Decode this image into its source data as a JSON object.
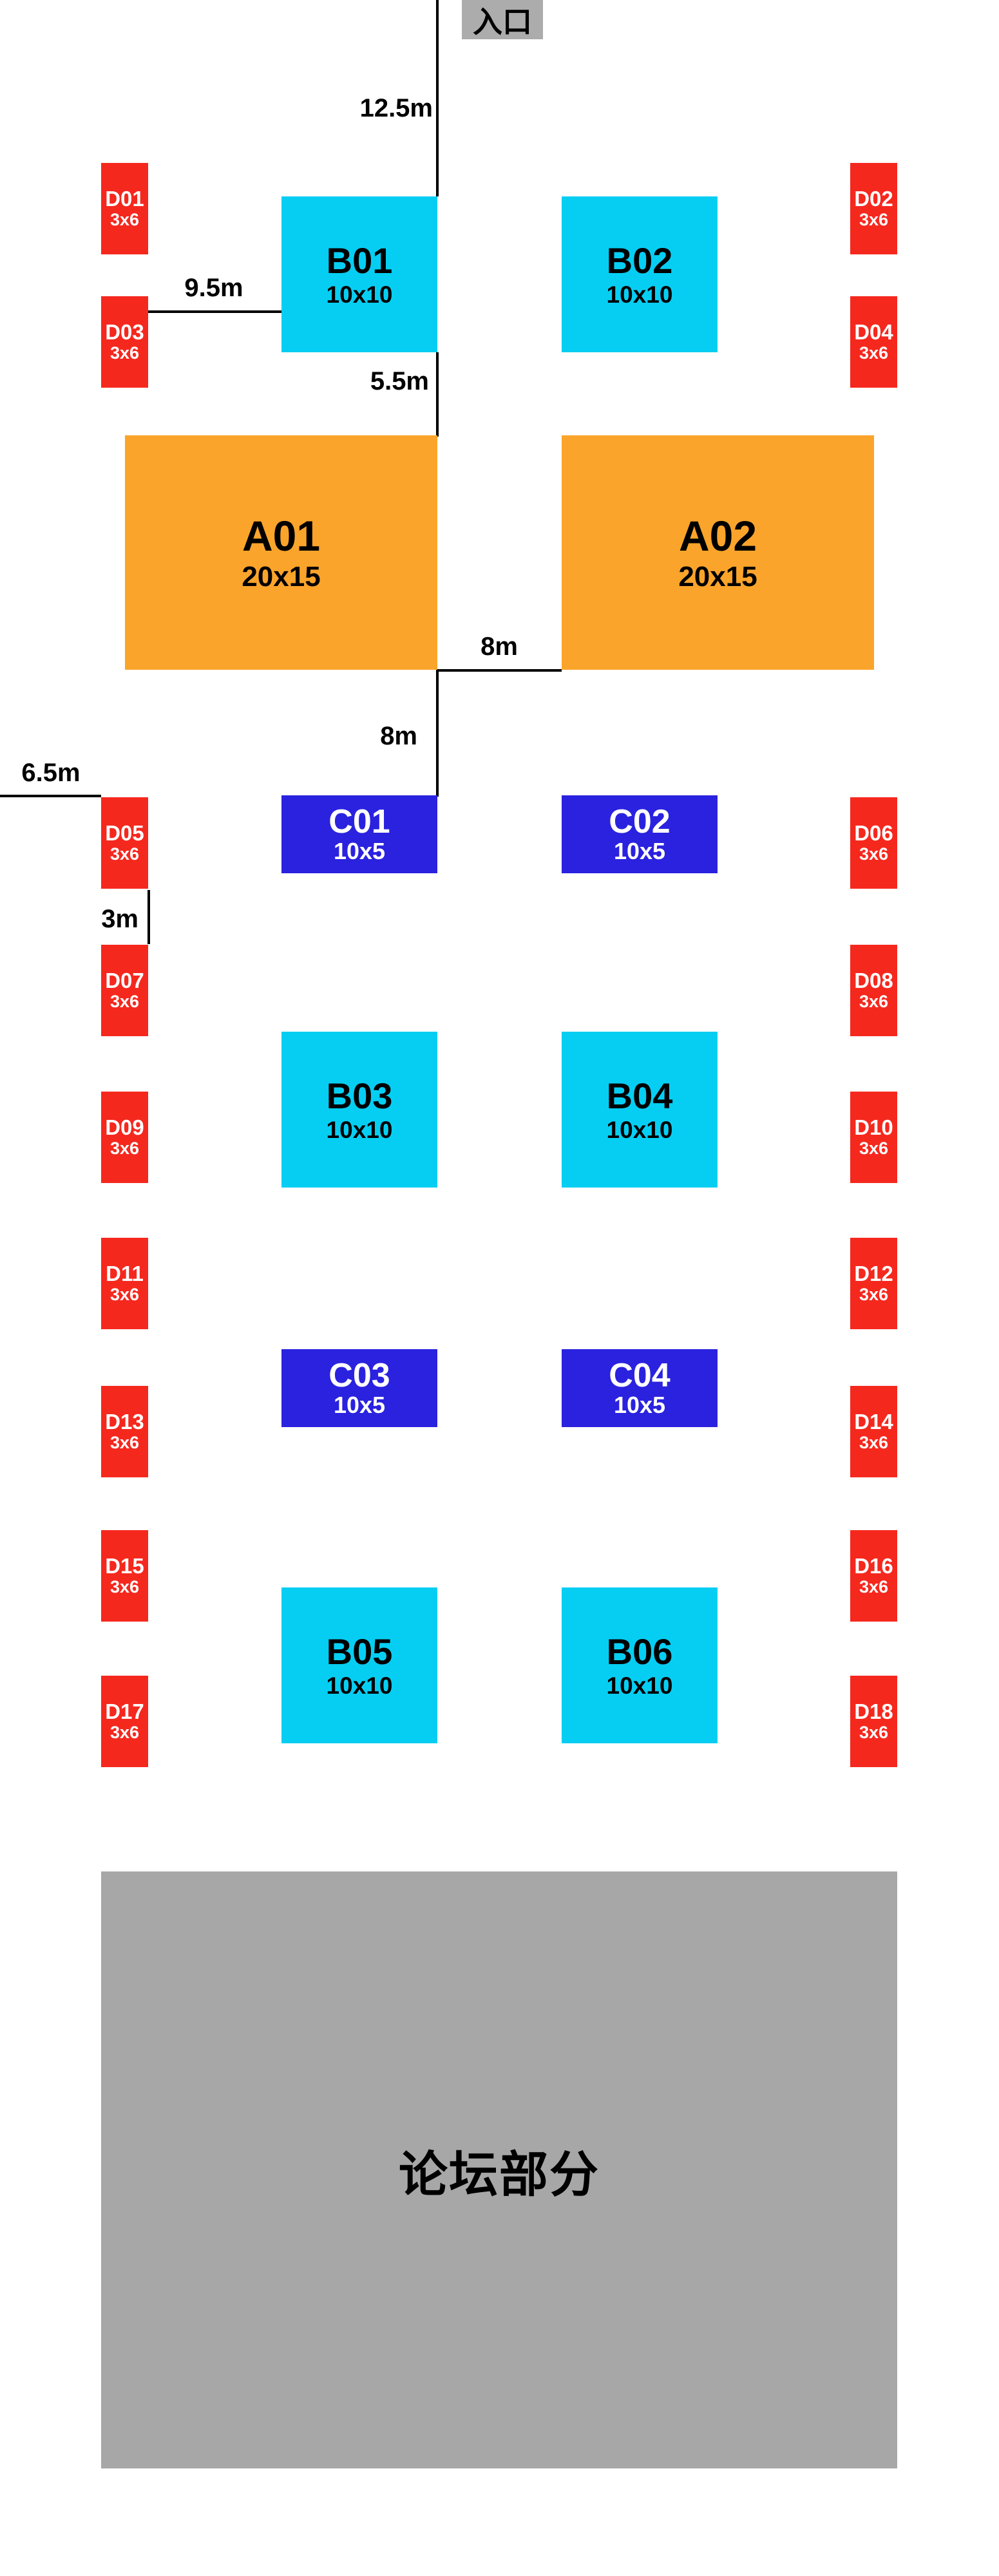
{
  "colors": {
    "booth_a": "#FBA42B",
    "booth_b": "#06CEF3",
    "booth_c": "#2A22DF",
    "booth_d": "#F5281E",
    "forum_bg": "#A7A7A7",
    "entrance_bg": "#ACACAC",
    "line": "#000000"
  },
  "entrance": {
    "label": "入口"
  },
  "forum": {
    "label": "论坛部分"
  },
  "measurements": {
    "entrance_width": "12.5m",
    "d_to_b_gap": "9.5m",
    "b_to_a_gap": "5.5m",
    "a_center_aisle": "8m",
    "a_to_c_gap": "8m",
    "left_margin": "6.5m",
    "d_row_gap": "3m"
  },
  "booths": {
    "a": [
      {
        "id": "A01",
        "size": "20x15"
      },
      {
        "id": "A02",
        "size": "20x15"
      }
    ],
    "b": [
      {
        "id": "B01",
        "size": "10x10"
      },
      {
        "id": "B02",
        "size": "10x10"
      },
      {
        "id": "B03",
        "size": "10x10"
      },
      {
        "id": "B04",
        "size": "10x10"
      },
      {
        "id": "B05",
        "size": "10x10"
      },
      {
        "id": "B06",
        "size": "10x10"
      }
    ],
    "c": [
      {
        "id": "C01",
        "size": "10x5"
      },
      {
        "id": "C02",
        "size": "10x5"
      },
      {
        "id": "C03",
        "size": "10x5"
      },
      {
        "id": "C04",
        "size": "10x5"
      }
    ],
    "d": [
      {
        "id": "D01",
        "size": "3x6"
      },
      {
        "id": "D02",
        "size": "3x6"
      },
      {
        "id": "D03",
        "size": "3x6"
      },
      {
        "id": "D04",
        "size": "3x6"
      },
      {
        "id": "D05",
        "size": "3x6"
      },
      {
        "id": "D06",
        "size": "3x6"
      },
      {
        "id": "D07",
        "size": "3x6"
      },
      {
        "id": "D08",
        "size": "3x6"
      },
      {
        "id": "D09",
        "size": "3x6"
      },
      {
        "id": "D10",
        "size": "3x6"
      },
      {
        "id": "D11",
        "size": "3x6"
      },
      {
        "id": "D12",
        "size": "3x6"
      },
      {
        "id": "D13",
        "size": "3x6"
      },
      {
        "id": "D14",
        "size": "3x6"
      },
      {
        "id": "D15",
        "size": "3x6"
      },
      {
        "id": "D16",
        "size": "3x6"
      },
      {
        "id": "D17",
        "size": "3x6"
      },
      {
        "id": "D18",
        "size": "3x6"
      }
    ]
  }
}
